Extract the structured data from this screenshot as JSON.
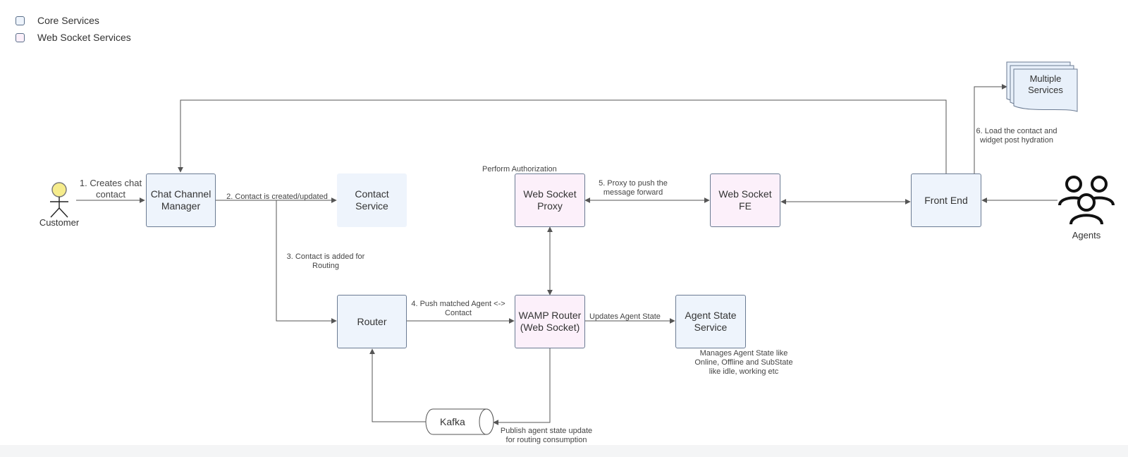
{
  "legend": [
    {
      "label": "Core Services",
      "color": "#eef4fc"
    },
    {
      "label": "Web Socket Services",
      "color": "#fcf0fa"
    }
  ],
  "nodes": {
    "chat_channel_manager": "Chat Channel Manager",
    "contact_service": "Contact Service",
    "router": "Router",
    "ws_proxy": "Web Socket Proxy",
    "wamp_router": "WAMP Router (Web Socket)",
    "agent_state": "Agent State Service",
    "ws_fe": "Web Socket FE",
    "front_end": "Front End",
    "multiple_services": "Multiple Services",
    "kafka": "Kafka"
  },
  "actors": {
    "customer": "Customer",
    "agents": "Agents"
  },
  "edge_labels": {
    "step1": "1. Creates chat\ncontact",
    "step2": "2. Contact is created/updated",
    "step3": "3. Contact is added for\nRouting",
    "step4": "4. Push matched Agent <->\nContact",
    "step5": "5. Proxy to push the\nmessage forward",
    "step6": "6. Load the contact and\nwidget post hydration",
    "perform_auth": "Perform Authorization",
    "updates_state": "Updates Agent State",
    "manages_state": "Manages Agent State like\nOnline, Offline and SubState\nlike idle, working etc",
    "publish": "Publish agent state update\nfor routing consumption"
  },
  "colors": {
    "core_fill": "#eef4fc",
    "ws_fill": "#fcf0fa",
    "actor_fill": "#f6ec8c",
    "line": "#555555"
  }
}
